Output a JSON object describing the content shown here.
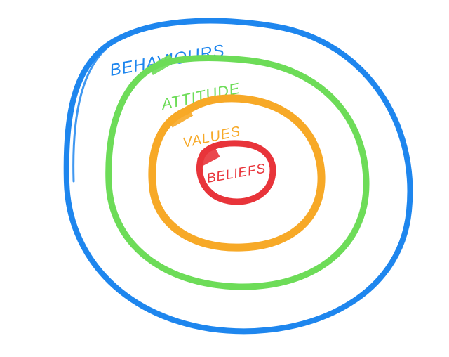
{
  "rings": [
    {
      "id": "behaviours",
      "label": "BEHAVIOURS",
      "color": "#1E86EE"
    },
    {
      "id": "attitude",
      "label": "ATTITUDE",
      "color": "#6DDC58"
    },
    {
      "id": "values",
      "label": "VALUES",
      "color": "#F7A927"
    },
    {
      "id": "beliefs",
      "label": "BELIEFS",
      "color": "#E8343A"
    }
  ]
}
